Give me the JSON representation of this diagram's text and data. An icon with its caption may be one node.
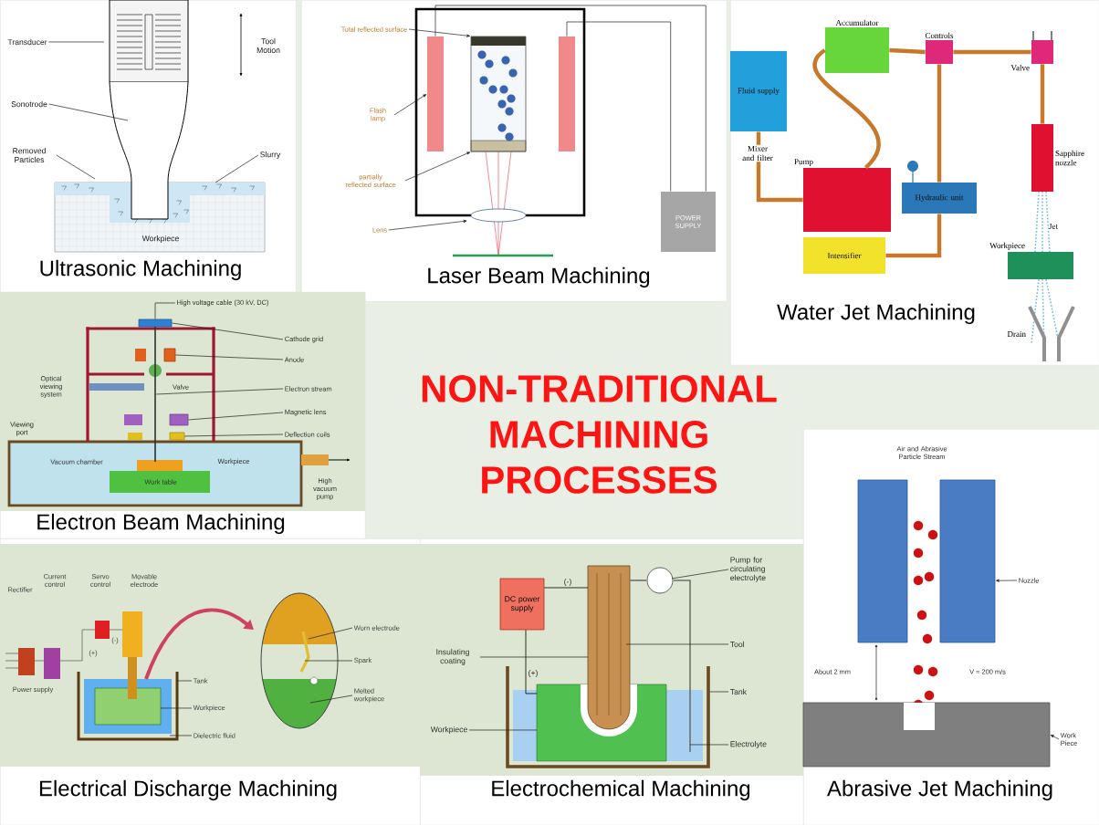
{
  "diagram": {
    "title": "NON-TRADITIONAL MACHINING PROCESSES",
    "nodes": [
      {
        "text": [
          "Ultrasonic Machining"
        ]
      },
      {
        "text": [
          "Transducer"
        ],
        "in": 0
      },
      {
        "text": [
          "Sonotrode"
        ],
        "in": 0
      },
      {
        "text": [
          "Removed Particles"
        ],
        "in": 0
      },
      {
        "text": [
          "Slurry"
        ],
        "in": 0
      },
      {
        "text": [
          "Laser Beam Machining"
        ]
      },
      {
        "text": [
          "Total reflected surface"
        ],
        "in": 5
      },
      {
        "text": [
          "Flash lamp"
        ],
        "in": 5
      },
      {
        "text": [
          "partially reflected surface"
        ],
        "in": 5
      },
      {
        "text": [
          "Lens"
        ],
        "in": 5
      },
      {
        "text": [
          "POWER SUPPLY"
        ],
        "in": 5
      },
      {
        "text": [],
        "shape": "bar",
        "in": 5
      },
      {
        "text": [],
        "shape": "bar",
        "in": 5
      },
      {
        "text": [
          "Water Jet Machining"
        ]
      },
      {
        "text": [
          "Fluid supply"
        ],
        "in": 13
      },
      {
        "text": [
          "Accumulator"
        ],
        "in": 13
      },
      {
        "text": [
          "Controls"
        ],
        "in": 13
      },
      {
        "text": [
          "Valve"
        ],
        "in": 13
      },
      {
        "text": [
          "Pump"
        ],
        "in": 13
      },
      {
        "text": [
          "Hydraulic unit"
        ],
        "in": 13
      },
      {
        "text": [
          "Intensifier"
        ],
        "in": 13
      },
      {
        "text": [
          "Sapphire nozzle"
        ],
        "in": 13
      },
      {
        "text": [
          "Workpiece"
        ],
        "in": 13
      },
      {
        "text": [
          "Drain"
        ],
        "in": 13
      },
      {
        "text": [
          "Electron Beam Machining"
        ]
      },
      {
        "text": [
          "High voltage cable (30 kV, DC)"
        ],
        "in": 24
      },
      {
        "text": [
          "Cathode grid"
        ],
        "in": 24
      },
      {
        "text": [
          "Anode"
        ],
        "in": 24
      },
      {
        "text": [
          "Electron stream"
        ],
        "in": 24
      },
      {
        "text": [
          "Magnetic lens"
        ],
        "in": 24
      },
      {
        "text": [
          "Deflection coils"
        ],
        "in": 24
      },
      {
        "text": [
          "Electrical Discharge Machining"
        ]
      },
      {
        "text": [
          "Tank"
        ],
        "in": 31
      },
      {
        "text": [
          "Workpiece"
        ],
        "in": 31
      },
      {
        "text": [
          "Dielectric fluid"
        ],
        "in": 31
      },
      {
        "text": [
          "Worn electrode"
        ],
        "in": 31
      },
      {
        "text": [
          "Spark"
        ],
        "in": 31
      },
      {
        "text": [
          "Melted workpiece"
        ],
        "in": 31
      },
      {
        "text": [
          "Electrochemical Machining"
        ]
      },
      {
        "text": [
          "DC power supply"
        ],
        "in": 38
      },
      {
        "text": [
          "Pump for circulating electrolyte"
        ],
        "in": 38
      },
      {
        "text": [
          "Tool"
        ],
        "in": 38
      },
      {
        "text": [
          "Tank"
        ],
        "in": 38
      },
      {
        "text": [
          "Electrolyte"
        ],
        "in": 38
      },
      {
        "text": [
          "Insulating coating"
        ],
        "in": 38
      },
      {
        "text": [
          "Workpiece"
        ],
        "in": 38
      },
      {
        "text": [
          "Abrasive Jet Machining"
        ]
      },
      {
        "text": [
          "Nozzle"
        ],
        "in": 46
      },
      {
        "text": [
          "Work Piece"
        ],
        "in": 46
      },
      {
        "text": [],
        "shape": "box",
        "in": 5
      },
      {
        "text": [],
        "shape": "box",
        "in": 46
      },
      {
        "text": [],
        "shape": "box",
        "in": 46
      },
      {
        "text": [],
        "shape": "box",
        "in": 24
      },
      {
        "text": [],
        "shape": "box",
        "in": 24
      },
      {
        "text": [],
        "shape": "box",
        "in": 24
      },
      {
        "text": [],
        "shape": "bar",
        "in": 24
      },
      {
        "text": [],
        "shape": "box",
        "in": 24
      }
    ],
    "edges": [
      {
        "from": 1,
        "to": null,
        "arrow": "none"
      },
      {
        "from": 2,
        "to": null,
        "arrow": "none"
      },
      {
        "from": 3,
        "to": null,
        "arrow": "none"
      },
      {
        "from": 4,
        "to": null,
        "arrow": "none"
      },
      {
        "from": 6,
        "to": 49,
        "arrow": "to"
      },
      {
        "from": 7,
        "to": 11,
        "arrow": "to"
      },
      {
        "from": 8,
        "to": 49,
        "arrow": "to"
      },
      {
        "from": 9,
        "to": null,
        "arrow": "to"
      },
      {
        "from": 10,
        "to": 11,
        "arrow": "none"
      },
      {
        "from": 10,
        "to": 12,
        "arrow": "none"
      },
      {
        "from": 14,
        "to": 18,
        "arrow": "none",
        "label": "Mixer and filter",
        "style": "thick",
        "color": "#c8782a"
      },
      {
        "from": 18,
        "to": 15,
        "arrow": "none",
        "style": "thick",
        "color": "#c8782a"
      },
      {
        "from": 15,
        "to": 16,
        "arrow": "none",
        "style": "thick",
        "color": "#c8782a"
      },
      {
        "from": 16,
        "to": 17,
        "arrow": "none",
        "style": "thick",
        "color": "#c8782a"
      },
      {
        "from": 17,
        "to": 21,
        "arrow": "none",
        "style": "thick",
        "color": "#c8782a"
      },
      {
        "from": 16,
        "to": 19,
        "arrow": "none",
        "style": "thick",
        "color": "#c8782a"
      },
      {
        "from": 19,
        "to": 20,
        "arrow": "none",
        "style": "thick",
        "color": "#c8782a"
      },
      {
        "from": 25,
        "to": 52,
        "arrow": "none"
      },
      {
        "from": 26,
        "to": 52,
        "arrow": "none"
      },
      {
        "from": 27,
        "to": 53,
        "arrow": "none"
      },
      {
        "from": 28,
        "to": 55,
        "arrow": "none"
      },
      {
        "from": 29,
        "to": 54,
        "arrow": "none"
      },
      {
        "from": 30,
        "to": 56,
        "arrow": "none"
      },
      {
        "from": 32,
        "to": null,
        "arrow": "none"
      },
      {
        "from": 33,
        "to": null,
        "arrow": "none"
      },
      {
        "from": 34,
        "to": null,
        "arrow": "none"
      },
      {
        "from": 35,
        "to": null,
        "arrow": "none"
      },
      {
        "from": 36,
        "to": null,
        "arrow": "none"
      },
      {
        "from": 37,
        "to": null,
        "arrow": "none"
      },
      {
        "from": 40,
        "to": null,
        "arrow": "none"
      },
      {
        "from": 41,
        "to": null,
        "arrow": "none"
      },
      {
        "from": 42,
        "to": null,
        "arrow": "none"
      },
      {
        "from": 43,
        "to": null,
        "arrow": "none"
      },
      {
        "from": 44,
        "to": null,
        "arrow": "none"
      },
      {
        "from": 45,
        "to": null,
        "arrow": "none"
      },
      {
        "from": 47,
        "to": 51,
        "arrow": "to"
      },
      {
        "from": 48,
        "to": 50,
        "arrow": "to"
      }
    ],
    "labels": [
      "Tool Motion",
      "Workpiece",
      "Jet",
      "Optical viewing system",
      "Valve",
      "Viewing port",
      "Vacuum chamber",
      "Workpiece",
      "Work table",
      "High vacuum pump",
      "Rectifier",
      "Current control",
      "Servo control",
      "Movable electrode",
      "(-)",
      "(+)",
      "Power supply",
      "(-)",
      "(+)",
      "Air and Abrasive Particle Stream",
      "About 2 mm",
      "V = 200 m/s"
    ]
  }
}
